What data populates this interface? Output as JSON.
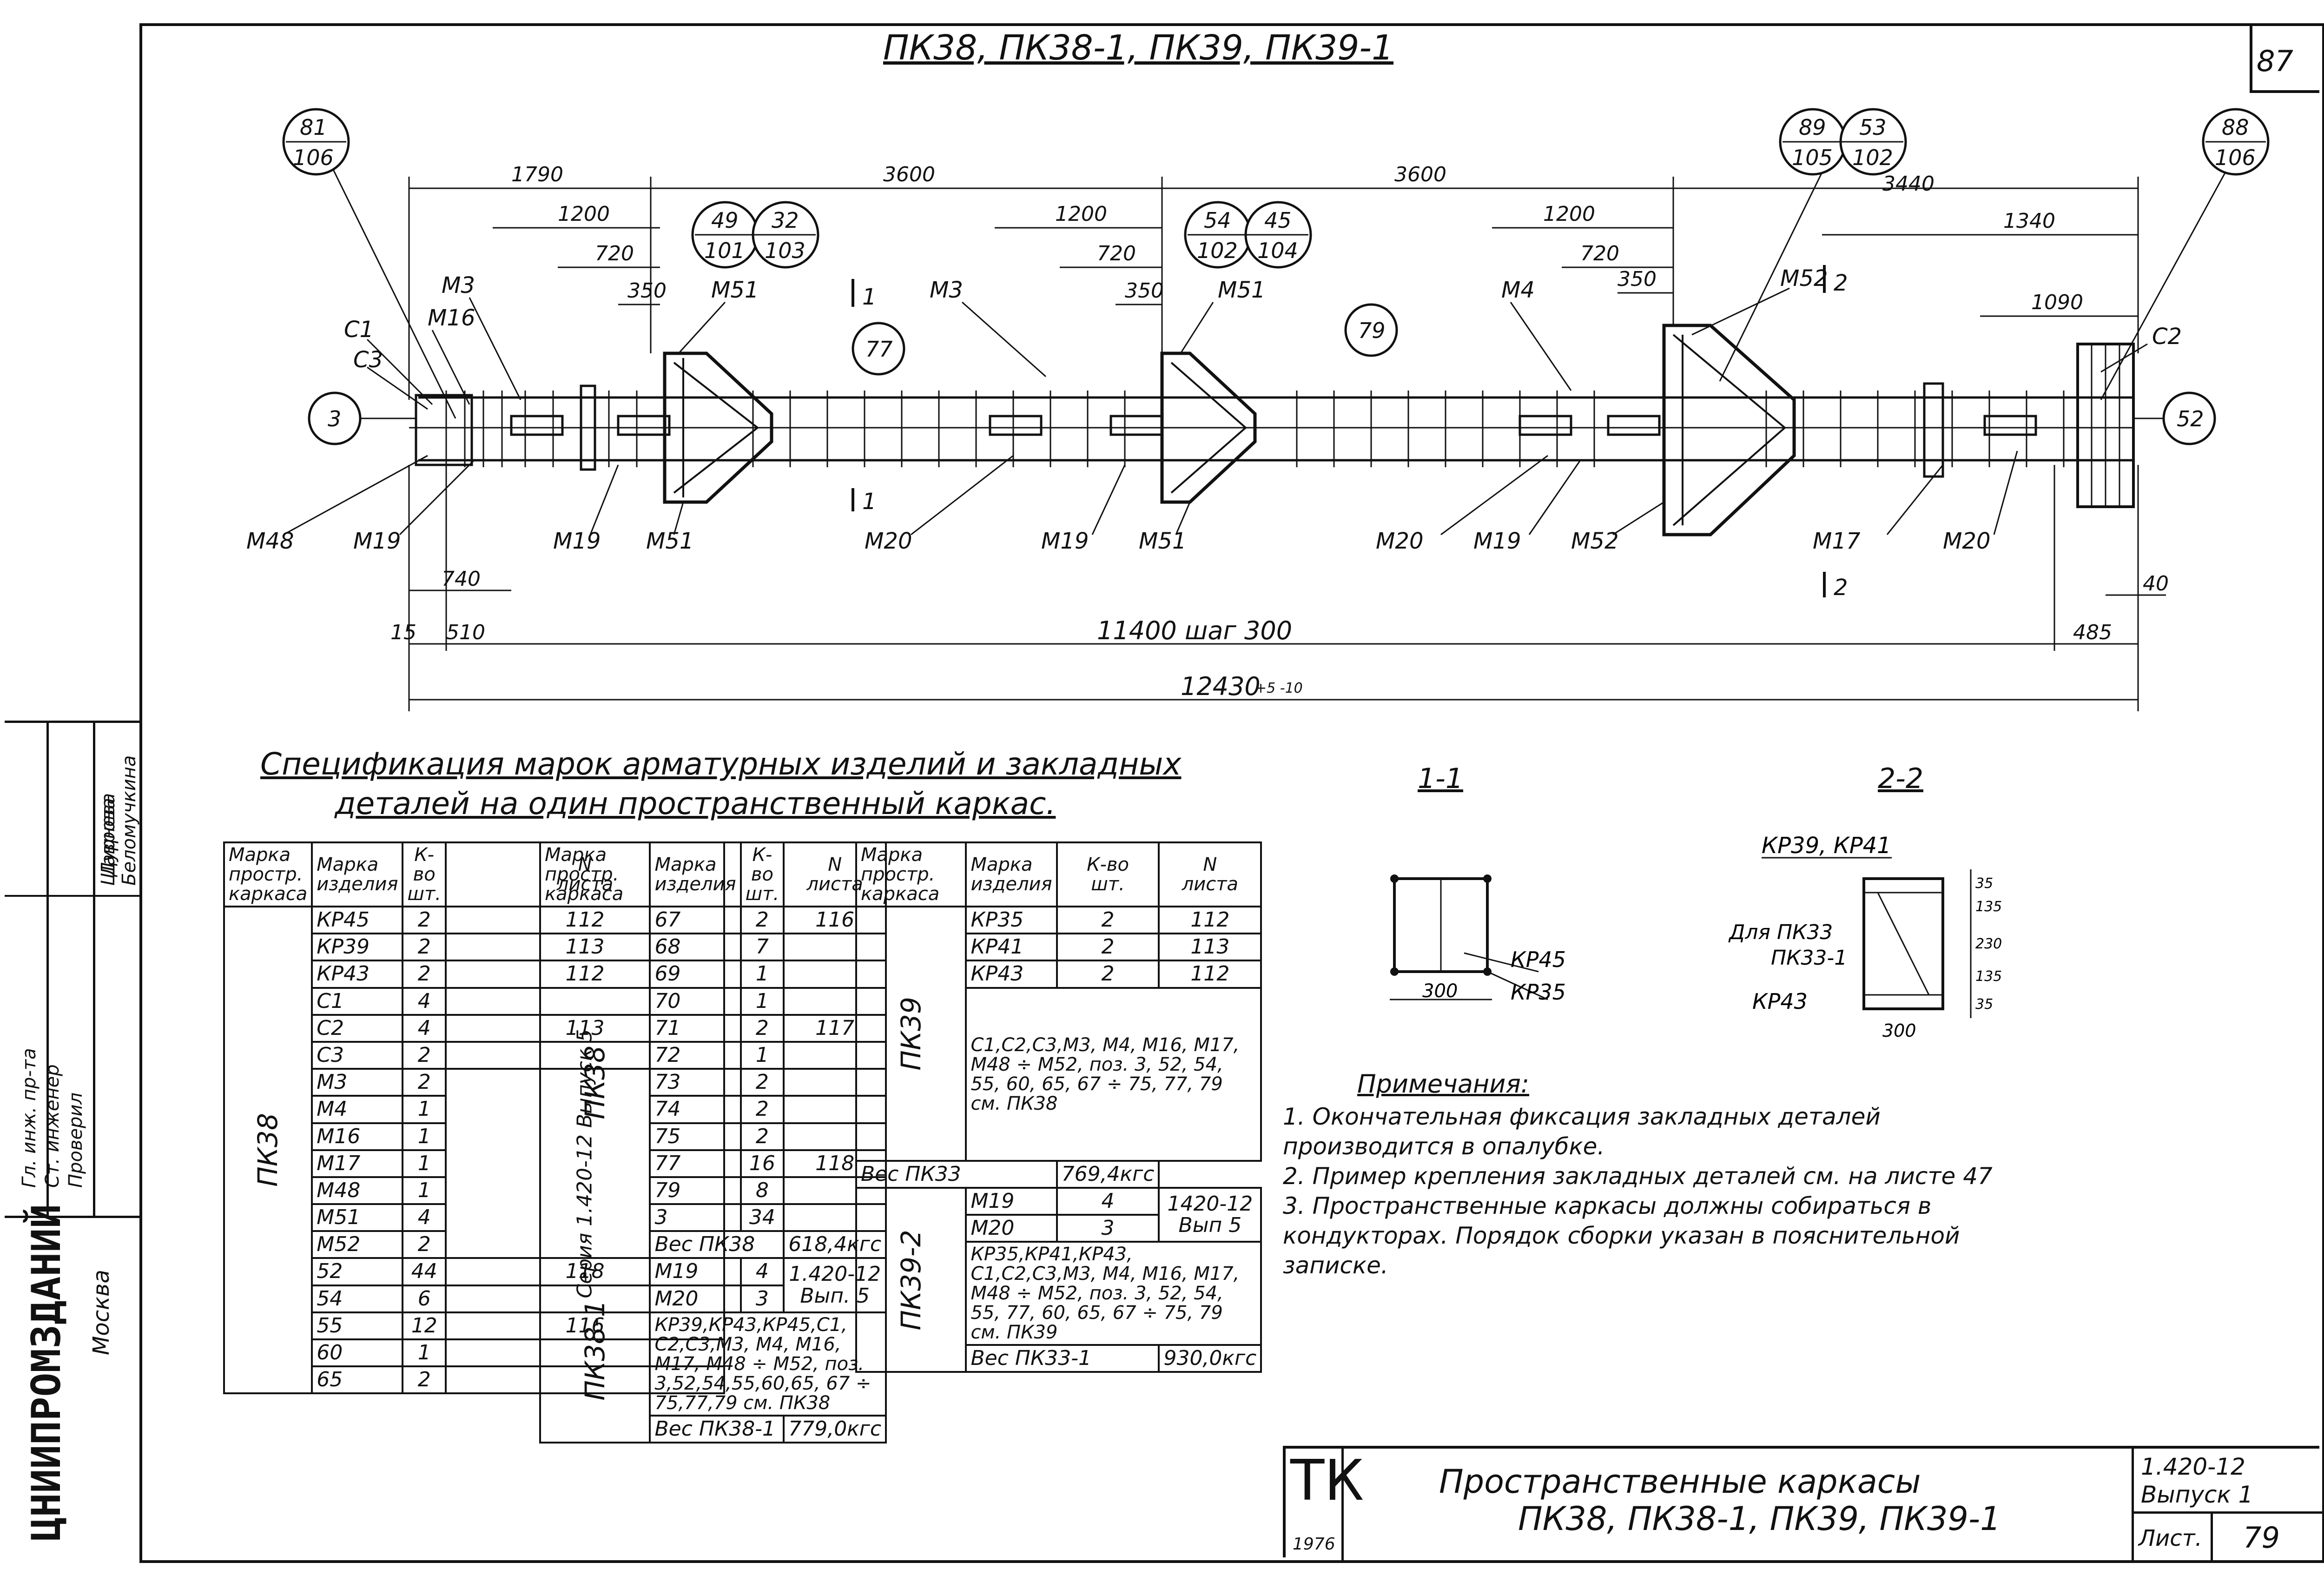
{
  "sheet_number_corner": "87",
  "drawing_title": "ПК38, ПК38-1, ПК39, ПК39-1",
  "callouts": {
    "c81": [
      "81",
      "106"
    ],
    "c49": [
      "49",
      "101"
    ],
    "c32": [
      "32",
      "103"
    ],
    "c54": [
      "54",
      "102"
    ],
    "c45": [
      "45",
      "104"
    ],
    "c89": [
      "89",
      "105"
    ],
    "c53": [
      "53",
      "102"
    ],
    "c88": [
      "88",
      "106"
    ],
    "c3": "3",
    "c77": "77",
    "c79": "79",
    "c52": "52"
  },
  "dims": {
    "d1790": "1790",
    "d3600a": "3600",
    "d3600b": "3600",
    "d3440": "3440",
    "d1200a": "1200",
    "d1200b": "1200",
    "d1200c": "1200",
    "d720a": "720",
    "d720b": "720",
    "d720c": "720",
    "d350a": "350",
    "d350b": "350",
    "d350c": "350",
    "d1340": "1340",
    "d1090": "1090",
    "d740": "740",
    "d15": "15",
    "d510": "510",
    "step": "11400  шаг 300",
    "d485": "485",
    "d40": "40",
    "total": "12430",
    "total_tol": "+5 -10"
  },
  "labels": {
    "M3a": "М3",
    "M16": "М16",
    "C1": "С1",
    "C3": "С3",
    "M51a": "М51",
    "M3b": "М3",
    "M51b": "М51",
    "M4": "М4",
    "M52a": "М52",
    "C2": "С2",
    "M48": "М48",
    "M19a": "М19",
    "M19b": "М19",
    "M51c": "М51",
    "M20a": "М20",
    "M19c": "М19",
    "M51d": "М51",
    "M20b": "М20",
    "M19d": "М19",
    "M52b": "М52",
    "M17": "М17",
    "M20c": "М20",
    "s1a": "1",
    "s1b": "1",
    "s2a": "2",
    "s2b": "2"
  },
  "spec_title_1": "Спецификация марок арматурных изделий и закладных",
  "spec_title_2": "деталей на один пространственный каркас.",
  "spec_headers": {
    "marka_prostr": "Марка простр. каркаса",
    "marka_izd": "Марка изделия",
    "kvo": "К-во",
    "sht": "шт.",
    "n": "N",
    "lista": "листа"
  },
  "table1": {
    "group": "ПК38",
    "rows": [
      {
        "m": "КР45",
        "k": "2",
        "n": "112"
      },
      {
        "m": "КР39",
        "k": "2",
        "n": "113"
      },
      {
        "m": "КР43",
        "k": "2",
        "n": "112"
      },
      {
        "m": "С1",
        "k": "4",
        "n": ""
      },
      {
        "m": "С2",
        "k": "4",
        "n": "113"
      },
      {
        "m": "С3",
        "k": "2",
        "n": ""
      },
      {
        "m": "М3",
        "k": "2",
        "n": ""
      },
      {
        "m": "М4",
        "k": "1",
        "n": ""
      },
      {
        "m": "М16",
        "k": "1",
        "n": ""
      },
      {
        "m": "М17",
        "k": "1",
        "n": ""
      },
      {
        "m": "М48",
        "k": "1",
        "n": ""
      },
      {
        "m": "М51",
        "k": "4",
        "n": ""
      },
      {
        "m": "М52",
        "k": "2",
        "n": ""
      },
      {
        "m": "52",
        "k": "44",
        "n": "118"
      },
      {
        "m": "54",
        "k": "6",
        "n": ""
      },
      {
        "m": "55",
        "k": "12",
        "n": "116"
      },
      {
        "m": "60",
        "k": "1",
        "n": ""
      },
      {
        "m": "65",
        "k": "2",
        "n": ""
      }
    ],
    "series_note": "Серия 1.420-12 Выпуск 5"
  },
  "table2": {
    "group_a": "ПК38",
    "rows_a": [
      {
        "m": "67",
        "k": "2",
        "n": "116"
      },
      {
        "m": "68",
        "k": "7",
        "n": ""
      },
      {
        "m": "69",
        "k": "1",
        "n": ""
      },
      {
        "m": "70",
        "k": "1",
        "n": ""
      },
      {
        "m": "71",
        "k": "2",
        "n": "117"
      },
      {
        "m": "72",
        "k": "1",
        "n": ""
      },
      {
        "m": "73",
        "k": "2",
        "n": ""
      },
      {
        "m": "74",
        "k": "2",
        "n": ""
      },
      {
        "m": "75",
        "k": "2",
        "n": ""
      },
      {
        "m": "77",
        "k": "16",
        "n": "118"
      },
      {
        "m": "79",
        "k": "8",
        "n": ""
      },
      {
        "m": "3",
        "k": "34",
        "n": ""
      }
    ],
    "weight_a": "Вес ПК38",
    "weight_a_val": "618,4кгс",
    "group_b": "ПК38-1",
    "rows_b": [
      {
        "m": "М19",
        "k": "4",
        "n": "1.420-12 Вып. 5"
      },
      {
        "m": "М20",
        "k": "3",
        "n": ""
      }
    ],
    "note_b": "КР39,КР43,КР45,С1, С2,С3,М3, М4, М16, М17, М48 ÷ М52, поз. 3,52,54,55,60,65, 67 ÷ 75,77,79 см. ПК38",
    "weight_b": "Вес ПК38-1",
    "weight_b_val": "779,0кгс"
  },
  "table3": {
    "group_a": "ПК39",
    "rows_a": [
      {
        "m": "КР35",
        "k": "2",
        "n": "112"
      },
      {
        "m": "КР41",
        "k": "2",
        "n": "113"
      },
      {
        "m": "КР43",
        "k": "2",
        "n": "112"
      }
    ],
    "note_a": "С1,С2,С3,М3, М4, М16, М17, М48 ÷ М52, поз. 3, 52, 54, 55, 60, 65, 67 ÷ 75, 77, 79 см. ПК38",
    "weight_a": "Вес ПК33",
    "weight_a_val": "769,4кгс",
    "group_b": "ПК39-2",
    "rows_b": [
      {
        "m": "М19",
        "k": "4",
        "n": "1420-12 Вып 5"
      },
      {
        "m": "М20",
        "k": "3",
        "n": ""
      }
    ],
    "note_b": "КР35,КР41,КР43, С1,С2,С3,М3, М4, М16, М17, М48 ÷ М52, поз. 3, 52, 54, 55, 77, 60, 65, 67 ÷ 75, 79 см. ПК39",
    "weight_b": "Вес ПК33-1",
    "weight_b_val": "930,0кгс"
  },
  "section_1": {
    "title": "1-1",
    "w": "300",
    "l1": "КР45",
    "l2": "КР35"
  },
  "section_2": {
    "title": "2-2",
    "top": "КР39, КР41",
    "for": "Для ПК33",
    "for2": "ПК33-1",
    "bottom": "КР43",
    "w": "300",
    "dims": [
      "35",
      "135",
      "230",
      "135",
      "35"
    ]
  },
  "notes_title": "Примечания:",
  "notes": [
    "1. Окончательная фиксация закладных деталей",
    "    производится в опалубке.",
    "2. Пример крепления закладных деталей см. на листе 47",
    "3. Пространственные каркасы должны собираться в",
    "    кондукторах. Порядок сборки указан в пояснительной",
    "    записке."
  ],
  "stamp": {
    "tk": "ТК",
    "year": "1976",
    "title1": "Пространственные каркасы",
    "title2": "ПК38, ПК38-1, ПК39, ПК39-1",
    "series": "1.420-12",
    "issue": "Выпуск 1",
    "sheet_label": "Лист.",
    "sheet": "79"
  },
  "side_block": {
    "org": "ЦНИИПРОМЗДАНИЙ",
    "city": "Москва",
    "roles": [
      "Гл. инж. пр-та",
      "Ст. инженер",
      "Проверил"
    ],
    "names": [
      "Дурнева",
      "Беломучкина",
      "Шаврова"
    ]
  }
}
